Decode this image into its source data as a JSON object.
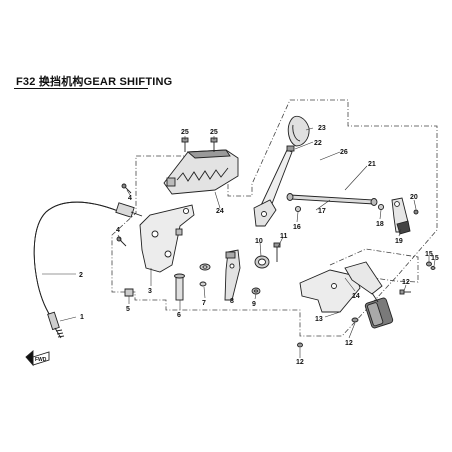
{
  "title": {
    "code": "F32",
    "chinese": "换挡机构",
    "english": "GEAR SHIFTING"
  },
  "callouts": {
    "c1": "1",
    "c2": "2",
    "c3": "3",
    "c4": "4",
    "c4b": "4",
    "c5": "5",
    "c6": "6",
    "c7": "7",
    "c8": "8",
    "c9": "9",
    "c10": "10",
    "c11": "11",
    "c12": "12",
    "c12b": "12",
    "c12c": "12",
    "c13": "13",
    "c14": "14",
    "c15": "15",
    "c15b": "15",
    "c16": "16",
    "c17": "17",
    "c18": "18",
    "c19": "19",
    "c20": "20",
    "c21": "21",
    "c22": "22",
    "c23": "23",
    "c24": "24",
    "c25": "25",
    "c25b": "25",
    "c26": "26"
  },
  "badge": {
    "text": "FWD"
  },
  "colors": {
    "line": "#222222",
    "fill_light": "#e6e6e6",
    "fill_mid": "#b8b8b8",
    "fill_dark": "#555555"
  }
}
